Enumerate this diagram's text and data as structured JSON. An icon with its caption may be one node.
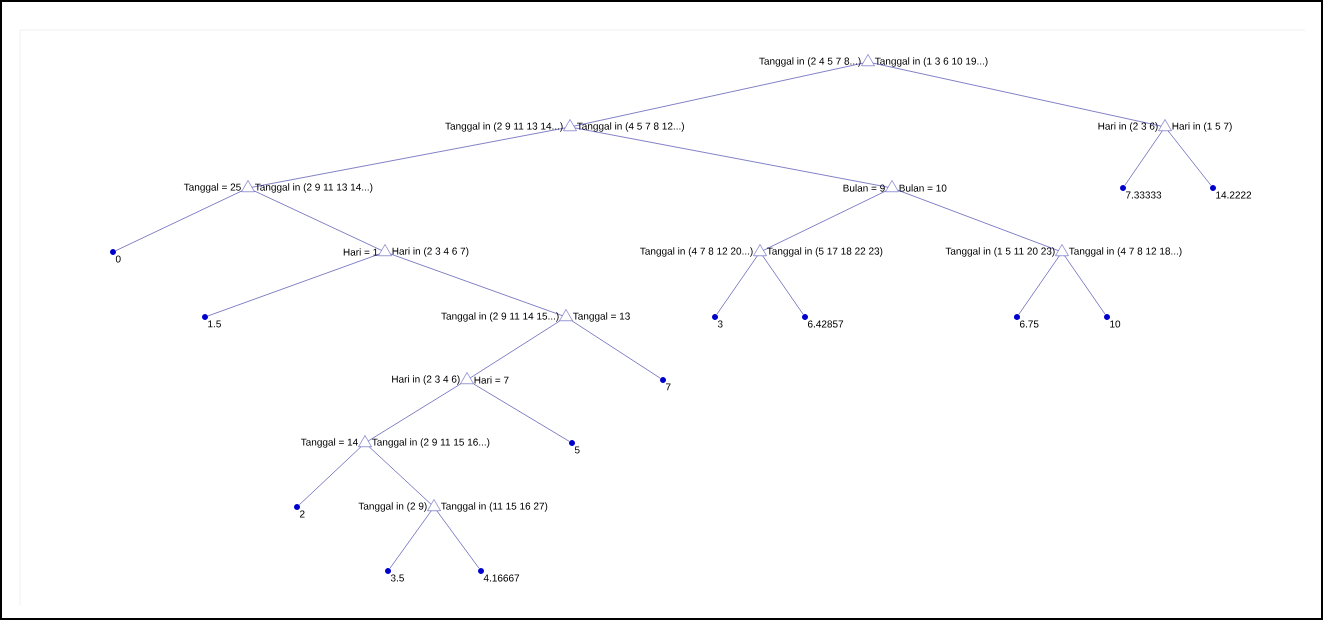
{
  "diagram": {
    "nodes": [
      {
        "text": [
          "Tanggal in (2 4 5 7 8...)",
          "Tanggal in (1 3 6 10 19...)"
        ]
      },
      {
        "text": [
          "Tanggal in (2 9 11 13 14...)",
          "Tanggal in (4 5 7 8 12...)"
        ]
      },
      {
        "text": [
          "Hari in (2 3 6)",
          "Hari in (1 5 7)"
        ]
      },
      {
        "text": [
          "Tanggal = 25",
          "Tanggal in (2 9 11 13 14...)"
        ]
      },
      {
        "text": [
          "Bulan = 9",
          "Bulan = 10"
        ]
      },
      {
        "text": [
          "7.33333"
        ]
      },
      {
        "text": [
          "14.2222"
        ]
      },
      {
        "text": [
          "0"
        ]
      },
      {
        "text": [
          "Hari = 1",
          "Hari in (2 3 4 6 7)"
        ]
      },
      {
        "text": [
          "Tanggal in (4 7 8 12 20...)",
          "Tanggal in (5 17 18 22 23)"
        ]
      },
      {
        "text": [
          "Tanggal in (1 5 11 20 23)",
          "Tanggal in (4 7 8 12 18...)"
        ]
      },
      {
        "text": [
          "1.5"
        ]
      },
      {
        "text": [
          "Tanggal in (2 9 11 14 15...)",
          "Tanggal = 13"
        ]
      },
      {
        "text": [
          "3"
        ]
      },
      {
        "text": [
          "6.42857"
        ]
      },
      {
        "text": [
          "6.75"
        ]
      },
      {
        "text": [
          "10"
        ]
      },
      {
        "text": [
          "Hari in (2 3 4 6)",
          "Hari = 7"
        ]
      },
      {
        "text": [
          "7"
        ]
      },
      {
        "text": [
          "Tanggal = 14",
          "Tanggal in (2 9 11 15 16...)"
        ]
      },
      {
        "text": [
          "5"
        ]
      },
      {
        "text": [
          "2"
        ]
      },
      {
        "text": [
          "Tanggal in (2 9)",
          "Tanggal in (11 15 16 27)"
        ]
      },
      {
        "text": [
          "3.5"
        ]
      },
      {
        "text": [
          "4.16667"
        ]
      }
    ],
    "edges": [
      {
        "from": 0,
        "to": 1,
        "arrow": "none"
      },
      {
        "from": 0,
        "to": 2,
        "arrow": "none"
      },
      {
        "from": 1,
        "to": 3,
        "arrow": "none"
      },
      {
        "from": 1,
        "to": 4,
        "arrow": "none"
      },
      {
        "from": 2,
        "to": 5,
        "arrow": "none"
      },
      {
        "from": 2,
        "to": 6,
        "arrow": "none"
      },
      {
        "from": 3,
        "to": 7,
        "arrow": "none"
      },
      {
        "from": 3,
        "to": 8,
        "arrow": "none"
      },
      {
        "from": 4,
        "to": 9,
        "arrow": "none"
      },
      {
        "from": 4,
        "to": 10,
        "arrow": "none"
      },
      {
        "from": 8,
        "to": 11,
        "arrow": "none"
      },
      {
        "from": 8,
        "to": 12,
        "arrow": "none"
      },
      {
        "from": 9,
        "to": 13,
        "arrow": "none"
      },
      {
        "from": 9,
        "to": 14,
        "arrow": "none"
      },
      {
        "from": 10,
        "to": 15,
        "arrow": "none"
      },
      {
        "from": 10,
        "to": 16,
        "arrow": "none"
      },
      {
        "from": 12,
        "to": 17,
        "arrow": "none"
      },
      {
        "from": 12,
        "to": 18,
        "arrow": "none"
      },
      {
        "from": 17,
        "to": 19,
        "arrow": "none"
      },
      {
        "from": 17,
        "to": 20,
        "arrow": "none"
      },
      {
        "from": 19,
        "to": 21,
        "arrow": "none"
      },
      {
        "from": 19,
        "to": 22,
        "arrow": "none"
      },
      {
        "from": 22,
        "to": 23,
        "arrow": "none"
      },
      {
        "from": 22,
        "to": 24,
        "arrow": "none"
      }
    ]
  }
}
